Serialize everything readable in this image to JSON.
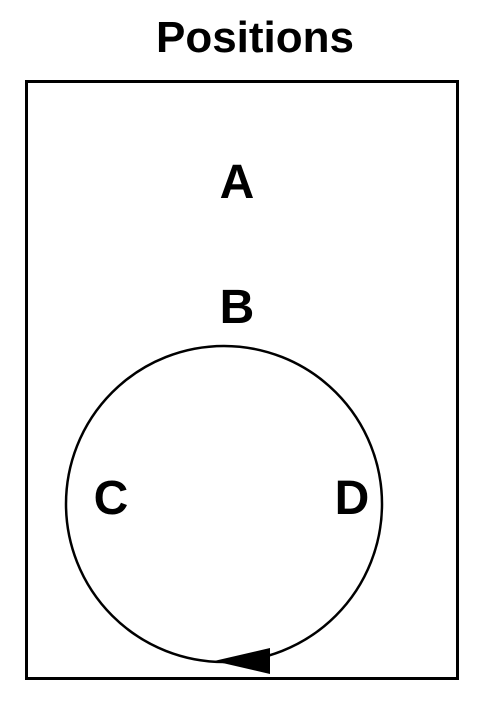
{
  "title": "Positions",
  "positions": [
    {
      "id": "A",
      "label": "A"
    },
    {
      "id": "B",
      "label": "B"
    },
    {
      "id": "C",
      "label": "C"
    },
    {
      "id": "D",
      "label": "D"
    }
  ],
  "path": {
    "shape": "circle",
    "direction": "arrow at bottom pointing left",
    "stroke_color": "#000000"
  }
}
